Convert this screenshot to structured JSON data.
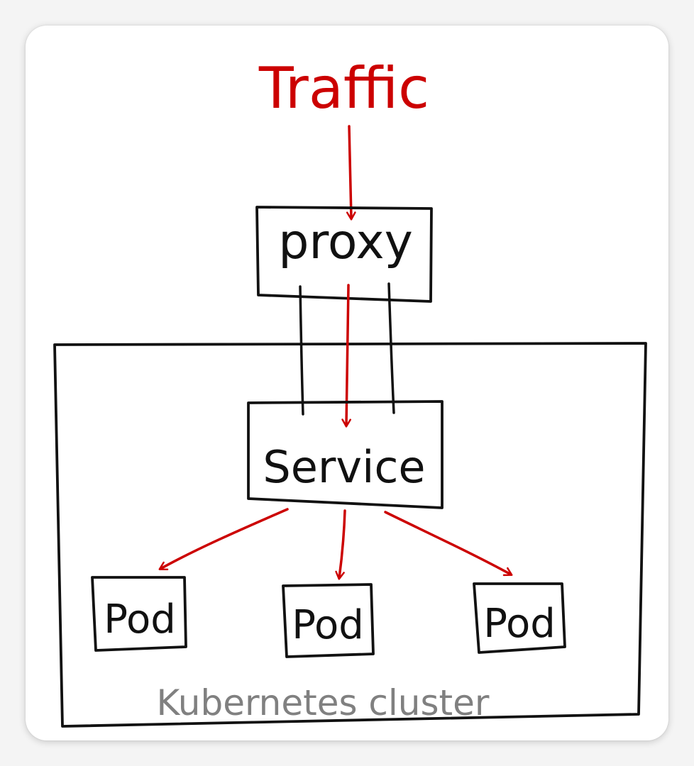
{
  "diagram": {
    "traffic_label": "Traffic",
    "proxy_label": "proxy",
    "service_label": "Service",
    "pods": [
      {
        "label": "Pod"
      },
      {
        "label": "Pod"
      },
      {
        "label": "Pod"
      }
    ],
    "cluster_label": "Kubernetes cluster"
  },
  "colors": {
    "traffic": "#cc0000",
    "stroke": "#111111",
    "cluster_label": "#808080",
    "background": "#ffffff"
  }
}
